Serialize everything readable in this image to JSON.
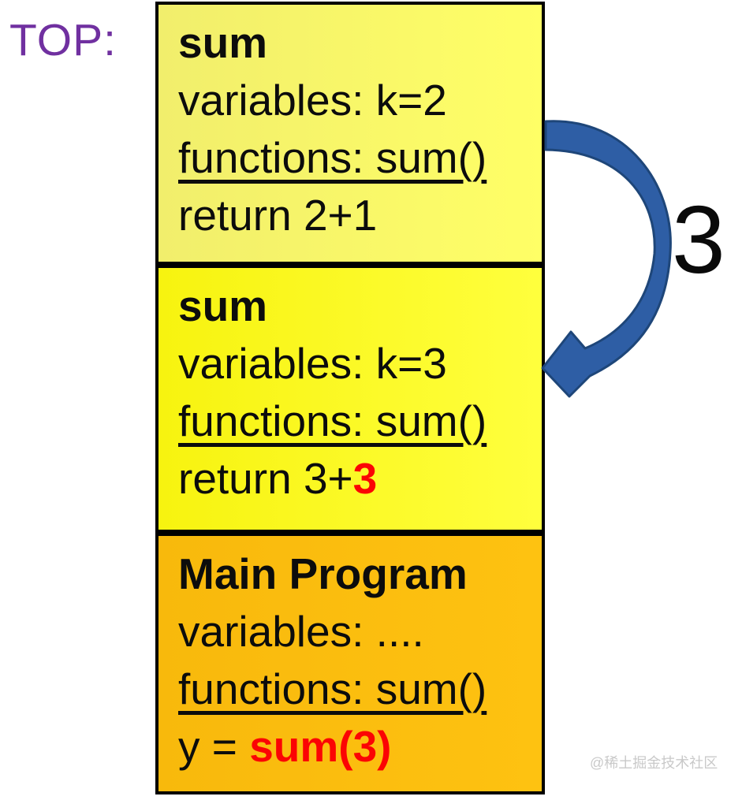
{
  "labels": {
    "stack_top": "TOP:",
    "passed_argument": "3",
    "watermark": "@稀土掘金技术社区"
  },
  "stack": {
    "frames": [
      {
        "title": "sum",
        "variables": "variables: k=2",
        "functions": "functions: sum()",
        "statement_plain": "return 2+1",
        "statement_highlight": ""
      },
      {
        "title": "sum",
        "variables": "variables: k=3",
        "functions": "functions: sum()",
        "statement_plain": "return 3+",
        "statement_highlight": "3"
      },
      {
        "title": "Main Program",
        "variables": "variables: ....",
        "functions": "functions: sum()",
        "statement_plain": "y = ",
        "statement_highlight": "sum(3)"
      }
    ]
  },
  "colors": {
    "top_label": "#7030A0",
    "frame_border": "#000000",
    "frame1_bg_left": "#F1EE6C",
    "frame1_bg_right": "#FFFF66",
    "frame2_bg_left": "#F7F30F",
    "frame2_bg_right": "#FFFF3D",
    "frame3_bg_left": "#F8B90C",
    "frame3_bg_right": "#FEC211",
    "arrow_fill": "#2E5EA5",
    "arrow_stroke": "#1E4679",
    "highlight_red": "#FB0404",
    "watermark": "#C9C9C9"
  }
}
